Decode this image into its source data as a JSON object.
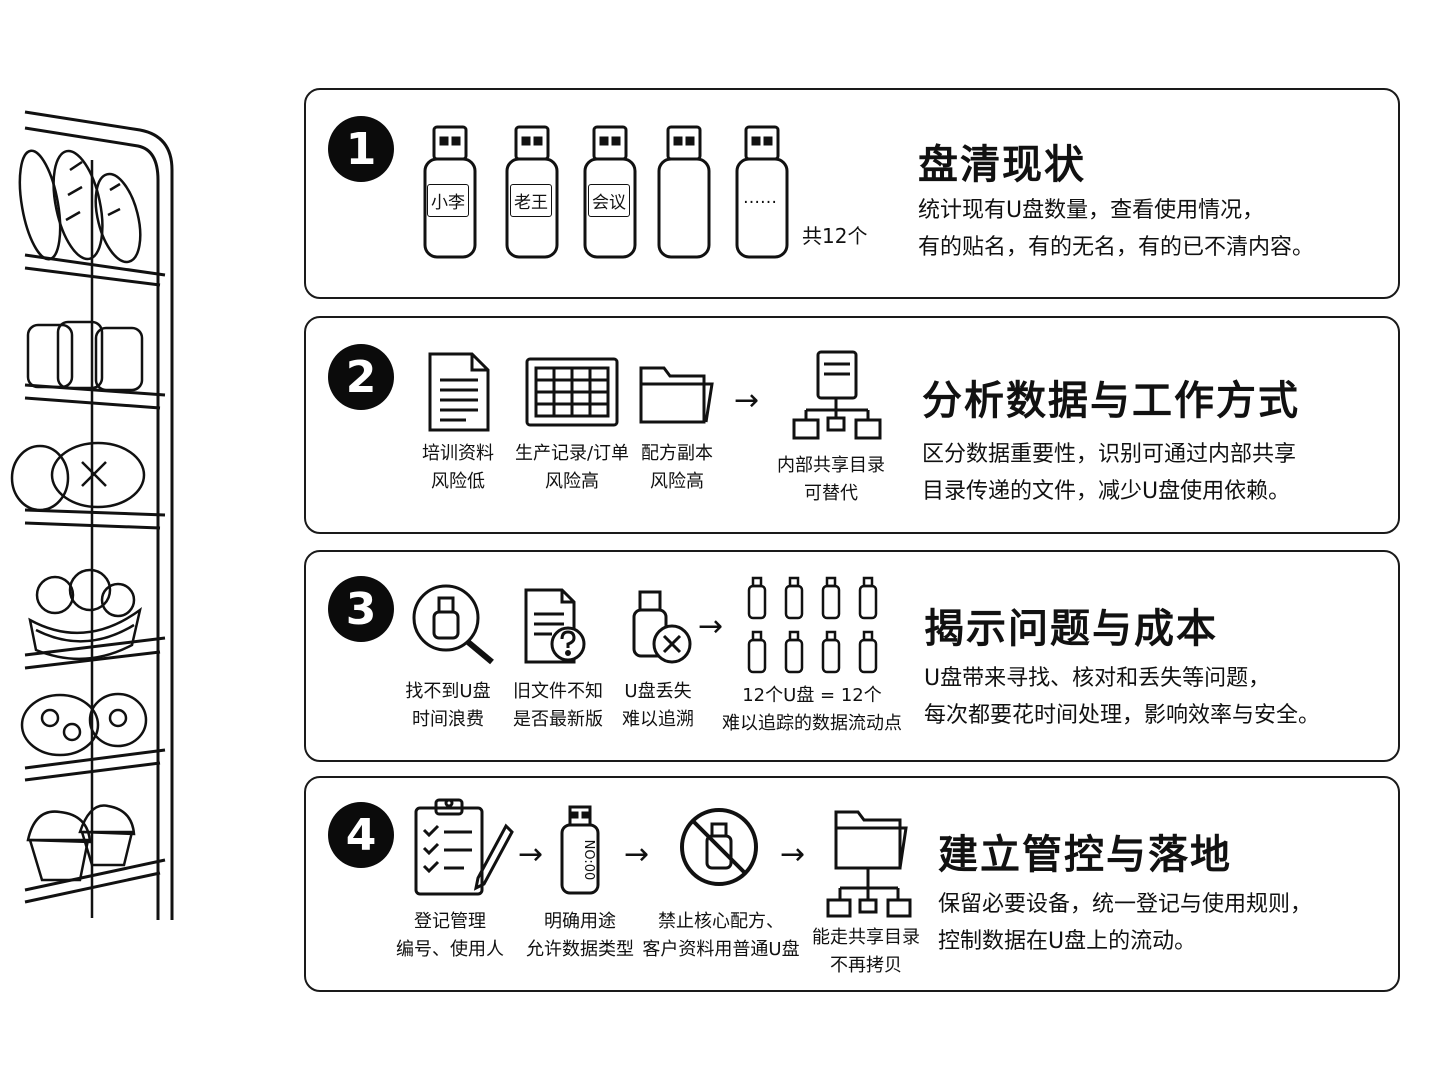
{
  "steps": [
    {
      "num": "1",
      "title": "盘清现状",
      "desc": [
        "统计现有U盘数量，查看使用情况，",
        "有的贴名，有的无名，有的已不清内容。"
      ],
      "usb_labels": [
        "小李",
        "老王",
        "会议",
        "",
        "……"
      ],
      "count": "共12个"
    },
    {
      "num": "2",
      "title": "分析数据与工作方式",
      "desc": [
        "区分数据重要性，识别可通过内部共享",
        "目录传递的文件，减少U盘使用依赖。"
      ],
      "items": [
        {
          "icon": "document-icon",
          "lines": [
            "培训资料",
            "风险低"
          ]
        },
        {
          "icon": "spreadsheet-icon",
          "lines": [
            "生产记录/订单",
            "风险高"
          ]
        },
        {
          "icon": "folder-icon",
          "lines": [
            "配方副本",
            "风险高"
          ]
        },
        {
          "icon": "server-icon",
          "lines": [
            "内部共享目录",
            "可替代"
          ]
        }
      ],
      "arrow": "→"
    },
    {
      "num": "3",
      "title": "揭示问题与成本",
      "desc": [
        "U盘带来寻找、核对和丢失等问题，",
        "每次都要花时间处理，影响效率与安全。"
      ],
      "items": [
        {
          "icon": "search-usb-icon",
          "lines": [
            "找不到U盘",
            "时间浪费"
          ]
        },
        {
          "icon": "question-document-icon",
          "lines": [
            "旧文件不知",
            "是否最新版"
          ]
        },
        {
          "icon": "lost-usb-icon",
          "lines": [
            "U盘丢失",
            "难以追溯"
          ]
        },
        {
          "icon": "usb-grid-icon",
          "lines": [
            "12个U盘 = 12个",
            "难以追踪的数据流动点"
          ]
        }
      ],
      "arrow": "→"
    },
    {
      "num": "4",
      "title": "建立管控与落地",
      "desc": [
        "保留必要设备，统一登记与使用规则，",
        "控制数据在U盘上的流动。"
      ],
      "items": [
        {
          "icon": "clipboard-icon",
          "lines": [
            "登记管理",
            "编号、使用人"
          ]
        },
        {
          "icon": "numbered-usb-icon",
          "lines": [
            "明确用途",
            "允许数据类型"
          ],
          "usb_text": "NO:00"
        },
        {
          "icon": "prohibited-usb-icon",
          "lines": [
            "禁止核心配方、",
            "客户资料用普通U盘"
          ]
        },
        {
          "icon": "shared-folder-icon",
          "lines": [
            "能走共享目录",
            "不再拷贝"
          ]
        }
      ],
      "arrow": "→"
    }
  ]
}
